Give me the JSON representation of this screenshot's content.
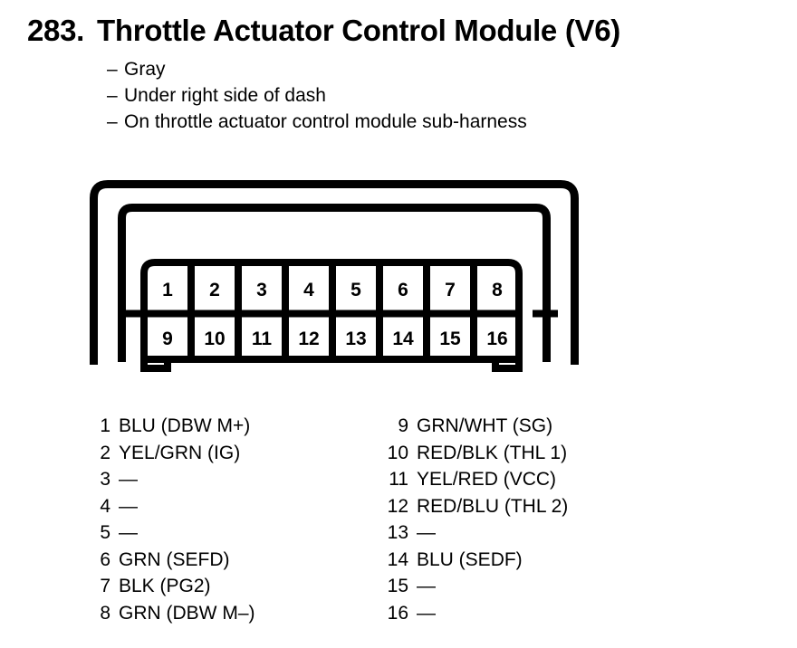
{
  "header": {
    "number": "283.",
    "title": "Throttle Actuator Control Module (V6)",
    "notes": [
      {
        "dash": "–",
        "text": "Gray"
      },
      {
        "dash": "–",
        "text": "Under right side of dash"
      },
      {
        "dash": "–",
        "text": "On throttle actuator control module sub-harness"
      }
    ]
  },
  "connector": {
    "name": "16-pin-connector",
    "shell_color": "#000000",
    "cavity_color": "#ffffff",
    "rows": [
      {
        "pins": [
          "1",
          "2",
          "3",
          "4",
          "5",
          "6",
          "7",
          "8"
        ]
      },
      {
        "pins": [
          "9",
          "10",
          "11",
          "12",
          "13",
          "14",
          "15",
          "16"
        ]
      }
    ]
  },
  "legend": {
    "left_column": [
      {
        "pin": "1",
        "wire": "BLU (DBW M+)"
      },
      {
        "pin": "2",
        "wire": "YEL/GRN (IG)"
      },
      {
        "pin": "3",
        "wire": "—"
      },
      {
        "pin": "4",
        "wire": "—"
      },
      {
        "pin": "5",
        "wire": "—"
      },
      {
        "pin": "6",
        "wire": "GRN (SEFD)"
      },
      {
        "pin": "7",
        "wire": "BLK (PG2)"
      },
      {
        "pin": "8",
        "wire": "GRN (DBW M–)"
      }
    ],
    "right_column": [
      {
        "pin": "9",
        "wire": "GRN/WHT (SG)"
      },
      {
        "pin": "10",
        "wire": "RED/BLK (THL 1)"
      },
      {
        "pin": "11",
        "wire": "YEL/RED (VCC)"
      },
      {
        "pin": "12",
        "wire": "RED/BLU (THL 2)"
      },
      {
        "pin": "13",
        "wire": "—"
      },
      {
        "pin": "14",
        "wire": "BLU (SEDF)"
      },
      {
        "pin": "15",
        "wire": "—"
      },
      {
        "pin": "16",
        "wire": "—"
      }
    ]
  }
}
